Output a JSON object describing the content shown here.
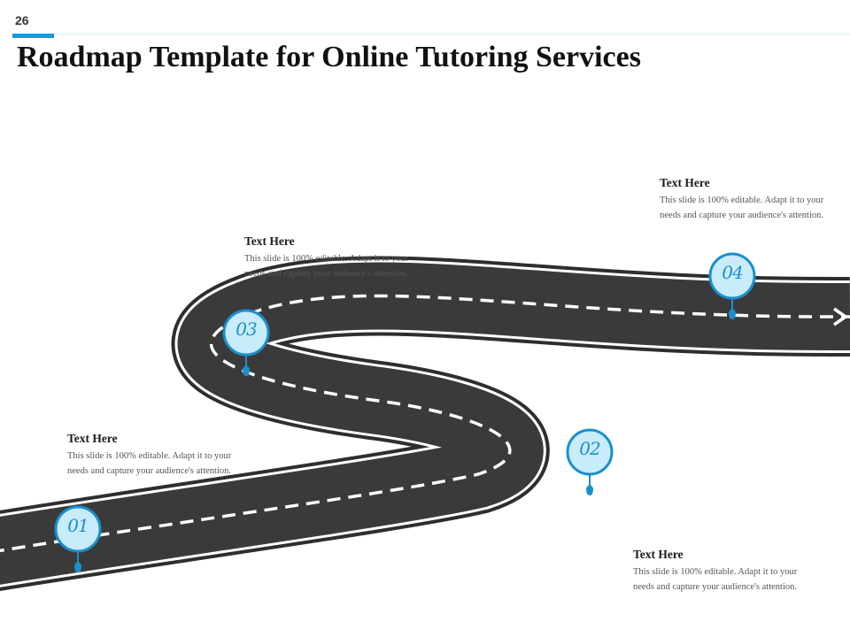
{
  "slide_number": "26",
  "title": "Roadmap Template for Online Tutoring Services",
  "milestones": [
    {
      "number": "01",
      "heading": "Text Here",
      "body": "This slide is 100% editable. Adapt it to your needs and capture your audience's attention."
    },
    {
      "number": "02",
      "heading": "Text Here",
      "body": "This slide is 100% editable. Adapt it to your needs and capture your audience's attention."
    },
    {
      "number": "03",
      "heading": "Text Here",
      "body": "This slide is 100% editable. Adapt it to your needs and capture your audience's attention."
    },
    {
      "number": "04",
      "heading": "Text Here",
      "body": "This slide is 100% editable. Adapt it to your needs and capture your audience's attention."
    }
  ],
  "colors": {
    "accent": "#1a9ad6",
    "road": "#3a3a3a",
    "marker_fill": "#c9ecfb",
    "marker_border": "#1a8fcb"
  }
}
